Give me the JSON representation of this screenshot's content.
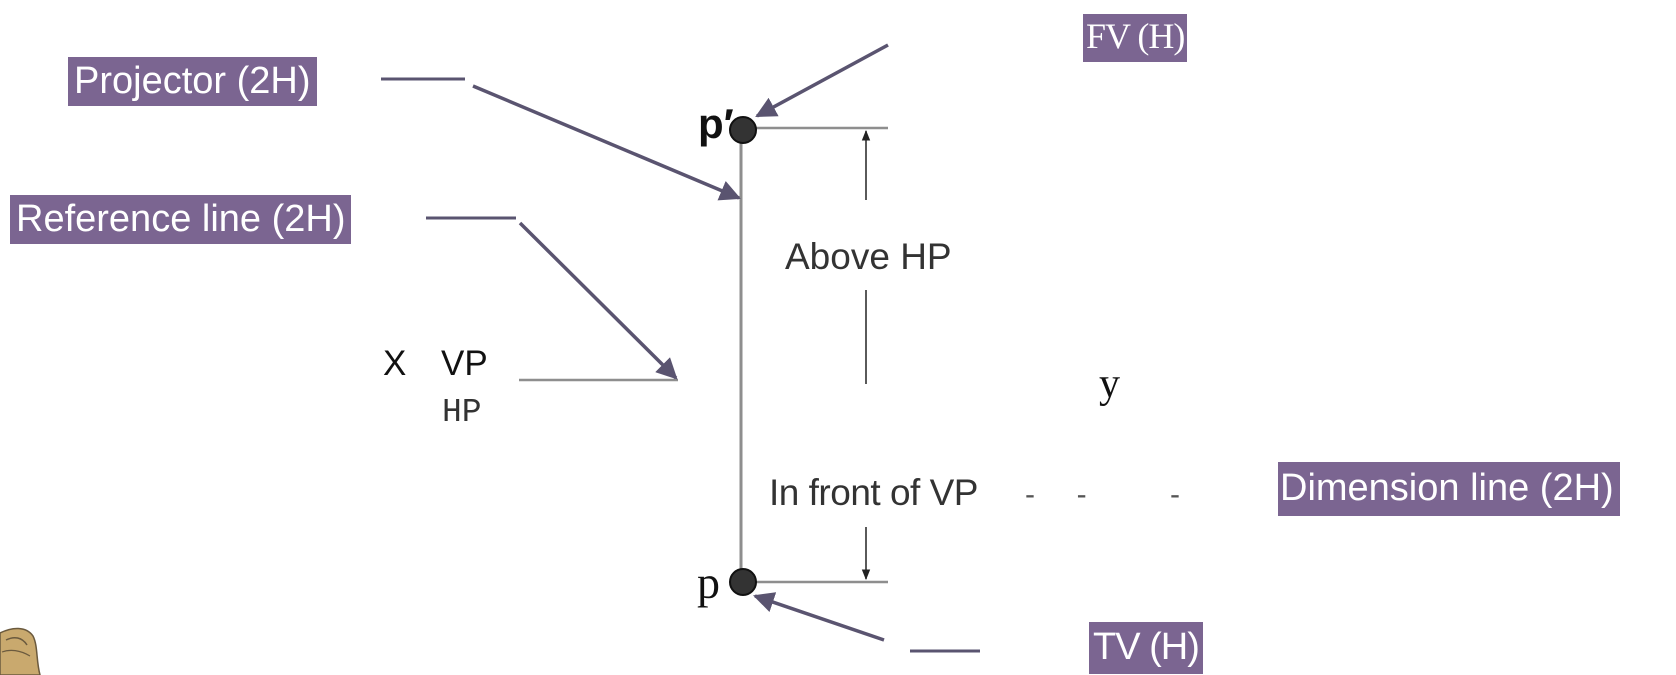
{
  "callouts": {
    "projector": "Projector (2H)",
    "reference_line": "Reference line (2H)",
    "fv": "FV (H)",
    "tv": "TV (H)",
    "dimension_line": "Dimension line (2H)"
  },
  "labels": {
    "point_front": "p′",
    "point_top": "p",
    "above_hp": "Above HP",
    "in_front_of_vp": "In front of VP",
    "dashes": "-     -          -",
    "x": "X",
    "y": "y",
    "vp": "VP",
    "hp": "HP"
  },
  "colors": {
    "callout_bg": "#7b6591",
    "callout_text": "#ffffff",
    "leader": "#5a5470",
    "line": "#8e8e8e",
    "dimension": "#222222",
    "point": "#333333"
  }
}
